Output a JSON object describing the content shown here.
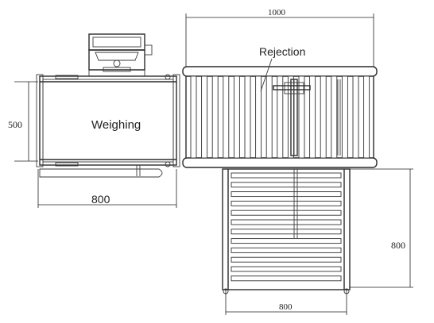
{
  "labels": {
    "weighing": "Weighing",
    "rejection": "Rejection"
  },
  "dimensions": {
    "rejection_width": "1000",
    "weighing_height": "500",
    "weighing_width": "800",
    "outfeed_height": "800",
    "outfeed_width": "800"
  },
  "colors": {
    "line": "#2b2b2b",
    "background": "#ffffff"
  }
}
